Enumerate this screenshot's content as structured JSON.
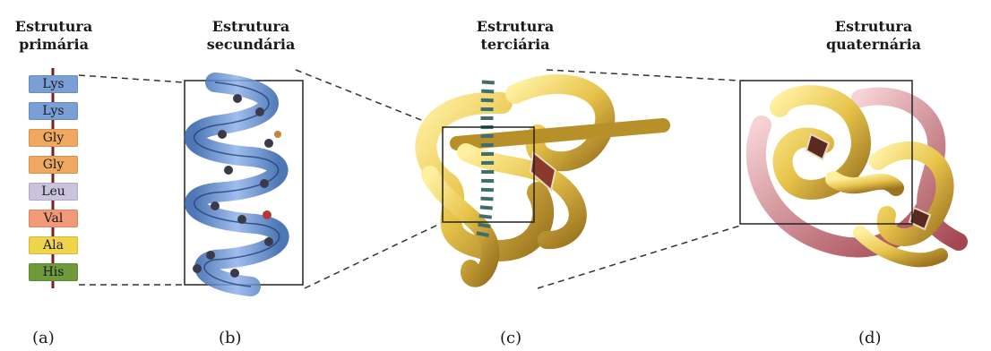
{
  "titles": {
    "primary": "Estrutura\nprimária",
    "secondary": "Estrutura\nsecundária",
    "tertiary": "Estrutura\nterciária",
    "quaternary": "Estrutura\nquaternária"
  },
  "amino_acids": [
    {
      "label": "Lys",
      "color": "#7a9fd6"
    },
    {
      "label": "Lys",
      "color": "#7a9fd6"
    },
    {
      "label": "Gly",
      "color": "#f0a860"
    },
    {
      "label": "Gly",
      "color": "#f0a860"
    },
    {
      "label": "Leu",
      "color": "#c9c3dc"
    },
    {
      "label": "Val",
      "color": "#f29a78"
    },
    {
      "label": "Ala",
      "color": "#f0d44c"
    },
    {
      "label": "His",
      "color": "#6e9a3e"
    }
  ],
  "captions": {
    "a": "(a)",
    "b": "(b)",
    "c": "(c)",
    "d": "(d)"
  },
  "colors": {
    "helix_blue": "#4f7fc8",
    "gold": "#e7c34a",
    "gold_dark": "#b8902a",
    "pink": "#d9909a"
  }
}
